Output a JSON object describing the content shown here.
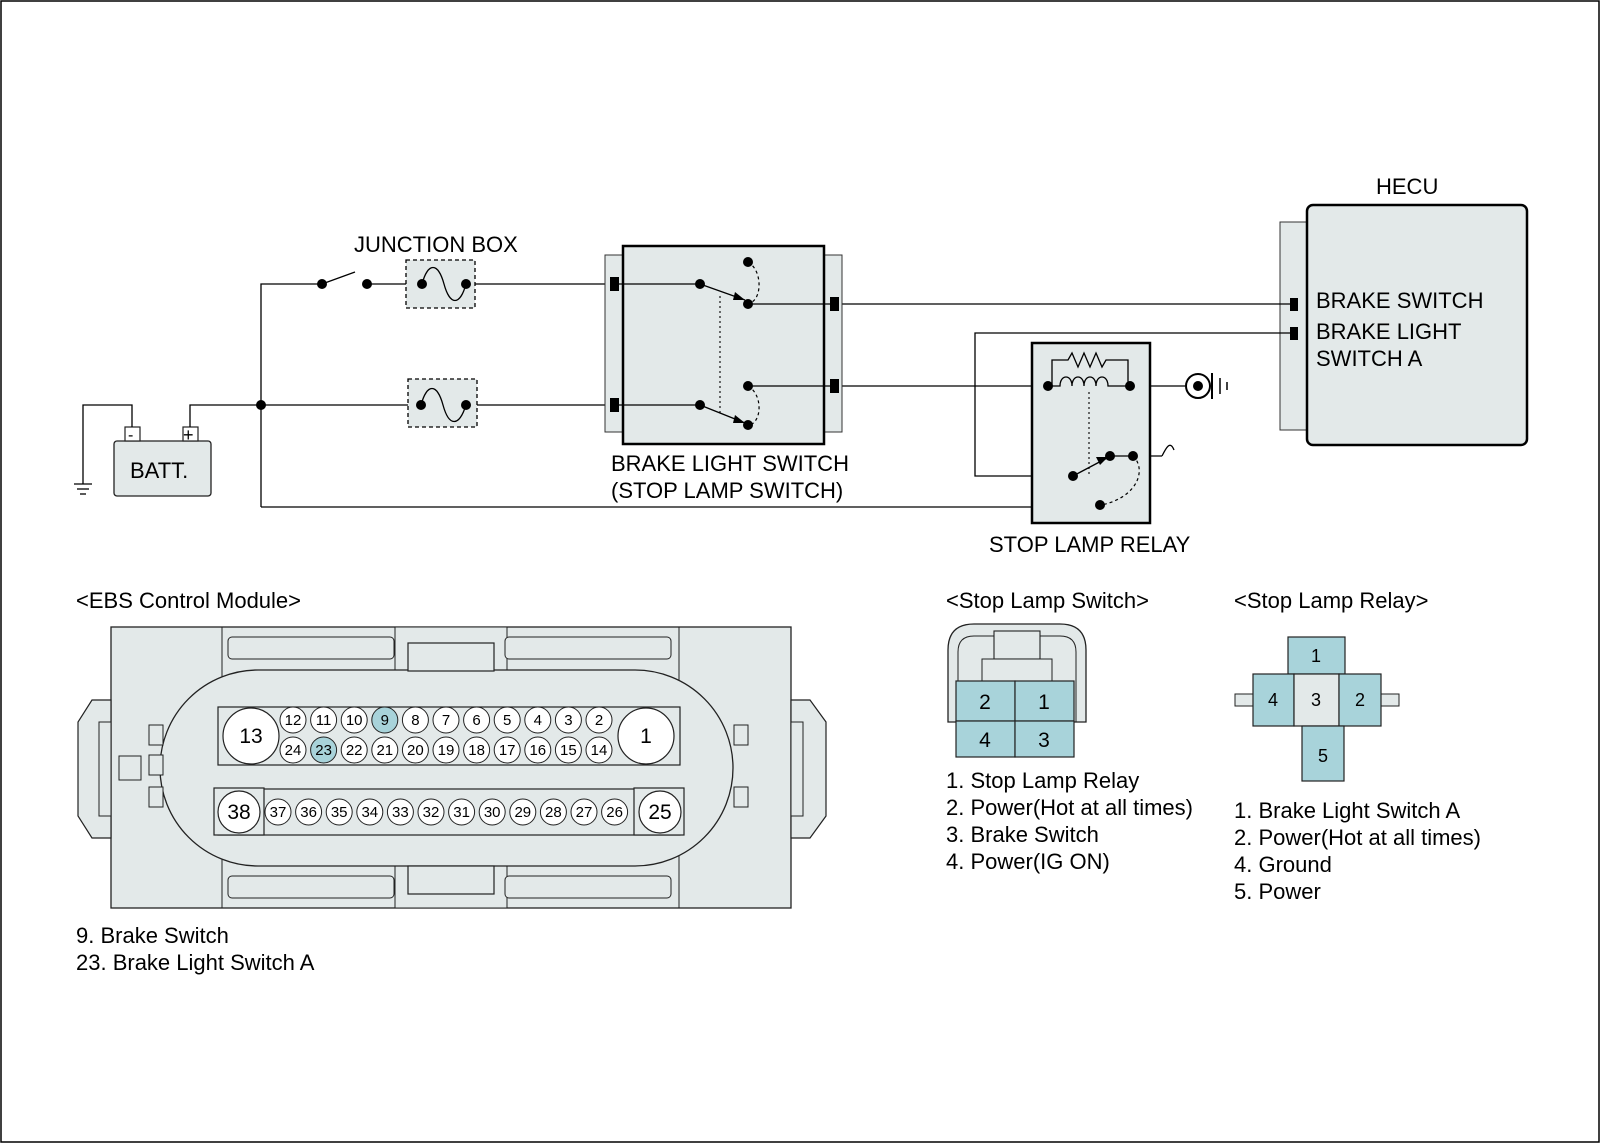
{
  "schematic": {
    "hecu_title": "HECU",
    "hecu_brake_switch": "BRAKE SWITCH",
    "hecu_brake_light_1": "BRAKE LIGHT",
    "hecu_brake_light_2": "SWITCH A",
    "junction_box": "JUNCTION BOX",
    "batt": "BATT.",
    "batt_minus": "-",
    "batt_plus": "+",
    "switch_label_1": "BRAKE LIGHT SWITCH",
    "switch_label_2": "(STOP LAMP SWITCH)",
    "relay_label": "STOP LAMP RELAY"
  },
  "ebs": {
    "title": "<EBS Control Module>",
    "row1": [
      "12",
      "11",
      "10",
      "9",
      "8",
      "7",
      "6",
      "5",
      "4",
      "3",
      "2"
    ],
    "row2": [
      "24",
      "23",
      "22",
      "21",
      "20",
      "19",
      "18",
      "17",
      "16",
      "15",
      "14"
    ],
    "row3": [
      "37",
      "36",
      "35",
      "34",
      "33",
      "32",
      "31",
      "30",
      "29",
      "28",
      "27",
      "26"
    ],
    "big_left_top": "13",
    "big_right_top": "1",
    "big_left_bottom": "38",
    "big_right_bottom": "25",
    "highlighted": [
      "9",
      "23"
    ],
    "highlight_color": "#a8d3da",
    "legend": [
      "9. Brake Switch",
      "23. Brake Light Switch A"
    ]
  },
  "stop_lamp_switch": {
    "title": "<Stop Lamp Switch>",
    "pins": [
      "2",
      "1",
      "4",
      "3"
    ],
    "legend": [
      "1. Stop Lamp Relay",
      "2. Power(Hot at all times)",
      "3. Brake Switch",
      "4. Power(IG ON)"
    ]
  },
  "stop_lamp_relay": {
    "title": "<Stop Lamp Relay>",
    "pins": {
      "p1": "1",
      "p2": "2",
      "p3": "3",
      "p4": "4",
      "p5": "5"
    },
    "legend": [
      "1. Brake Light Switch A",
      "2. Power(Hot at all times)",
      "4. Ground",
      "5. Power"
    ]
  },
  "colors": {
    "pin_fill": "#a8d3da",
    "body_fill": "#e3e9e9",
    "border": "#1a1a1a"
  }
}
